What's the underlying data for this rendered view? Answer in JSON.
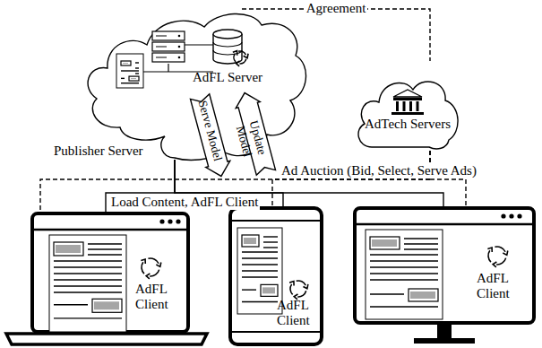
{
  "diagram": {
    "nodes": [
      {
        "text": [
          "Publisher Server"
        ]
      },
      {
        "text": [
          "AdFL Server"
        ],
        "in": 0
      },
      {
        "text": [
          "Serve Model"
        ]
      },
      {
        "text": [
          "Update Model"
        ]
      },
      {
        "text": [
          "AdTech Servers"
        ]
      },
      {
        "text": [
          "AdFL Client"
        ]
      },
      {
        "text": [
          "AdFL Client"
        ]
      },
      {
        "text": [
          "AdFL Client"
        ]
      }
    ],
    "edges": [
      {
        "from": 0,
        "to": 4,
        "label": "Agreement",
        "arrow": "none"
      },
      {
        "from": 0,
        "to": 5,
        "label": "Load Content, AdFL Client",
        "arrow": "none"
      },
      {
        "from": 0,
        "to": 6,
        "arrow": "none"
      },
      {
        "from": 0,
        "to": 7,
        "arrow": "none"
      },
      {
        "from": 4,
        "to": 5,
        "label": "Ad Auction (Bid, Select, Serve Ads)",
        "arrow": "none"
      },
      {
        "from": 4,
        "to": 6,
        "arrow": "none"
      },
      {
        "from": 4,
        "to": 7,
        "arrow": "none"
      }
    ]
  }
}
